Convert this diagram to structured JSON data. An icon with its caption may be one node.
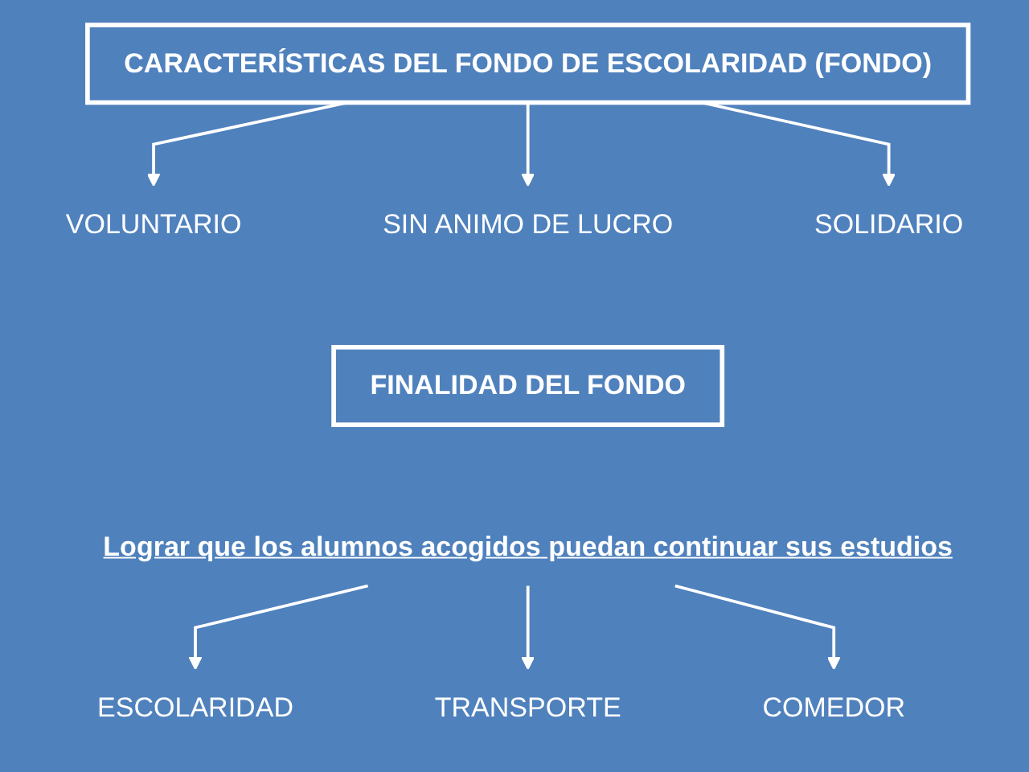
{
  "diagram": {
    "nodes": [
      {
        "text": [
          "CARACTERÍSTICAS DEL FONDO DE ESCOLARIDAD (FONDO)"
        ]
      },
      {
        "text": [
          "VOLUNTARIO"
        ]
      },
      {
        "text": [
          "SIN ANIMO DE LUCRO"
        ]
      },
      {
        "text": [
          "SOLIDARIO"
        ]
      },
      {
        "text": [
          "FINALIDAD DEL FONDO"
        ]
      },
      {
        "text": [
          "Lograr que los alumnos acogidos puedan continuar sus estudios"
        ]
      },
      {
        "text": [
          "ESCOLARIDAD"
        ]
      },
      {
        "text": [
          "TRANSPORTE"
        ]
      },
      {
        "text": [
          "COMEDOR"
        ]
      }
    ],
    "edges": [
      {
        "from": 0,
        "to": 1,
        "arrow": "to"
      },
      {
        "from": 0,
        "to": 2,
        "arrow": "to"
      },
      {
        "from": 0,
        "to": 3,
        "arrow": "to"
      },
      {
        "from": 5,
        "to": 6,
        "arrow": "to"
      },
      {
        "from": 5,
        "to": 7,
        "arrow": "to"
      },
      {
        "from": 5,
        "to": 8,
        "arrow": "to"
      }
    ]
  }
}
